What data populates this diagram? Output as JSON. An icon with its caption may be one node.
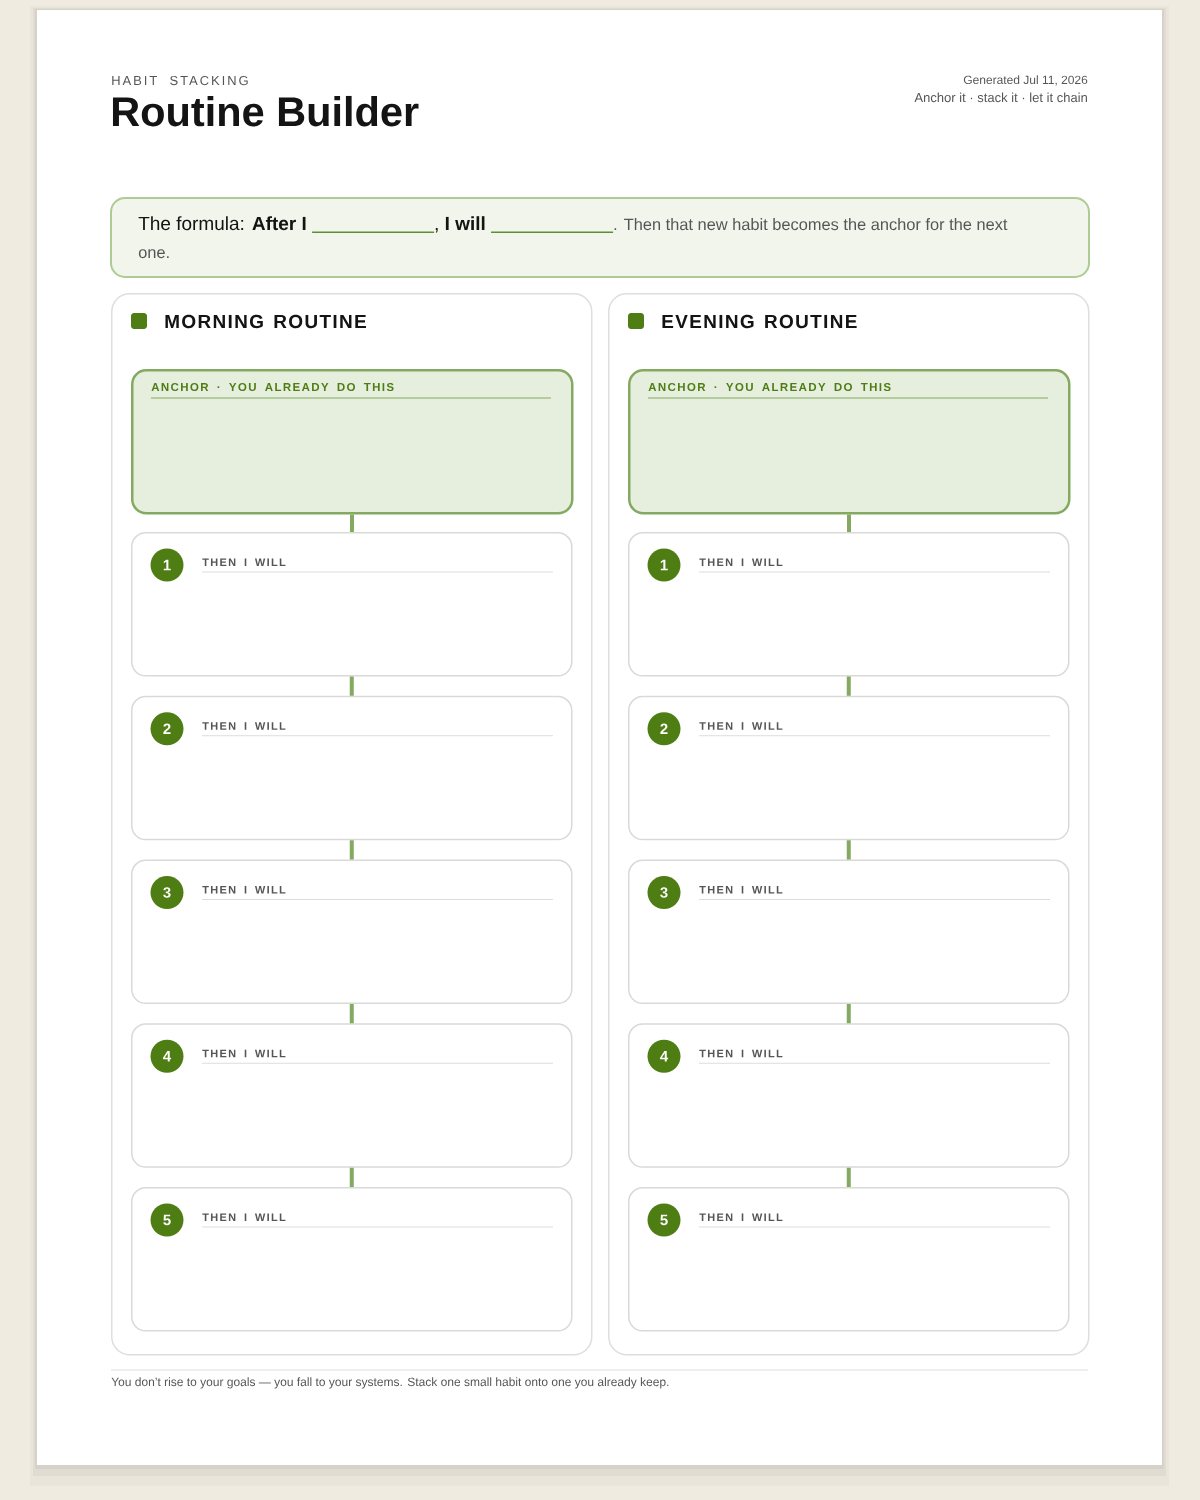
{
  "diagram": {
    "title": "Routine Builder",
    "nodes": [
      {
        "text": [
          "The formula: **After I**",
          ", **I will**",
          ". Then that new habit becomes the anchor for the next one."
        ]
      },
      {
        "text": [
          "MORNING ROUTINE"
        ]
      },
      {
        "text": [
          "ANCHOR · YOU ALREADY DO THIS"
        ],
        "in": 1
      },
      {
        "text": [
          "THEN I WILL"
        ],
        "in": 1
      },
      {
        "text": [
          "1"
        ],
        "in": 3
      },
      {
        "text": [
          "THEN I WILL"
        ],
        "in": 1
      },
      {
        "text": [
          "2"
        ],
        "in": 5
      },
      {
        "text": [
          "THEN I WILL"
        ],
        "in": 1
      },
      {
        "text": [
          "3"
        ],
        "in": 7
      },
      {
        "text": [
          "THEN I WILL"
        ],
        "in": 1
      },
      {
        "text": [
          "4"
        ],
        "in": 9
      },
      {
        "text": [
          "THEN I WILL"
        ],
        "in": 1
      },
      {
        "text": [
          "5"
        ],
        "in": 11
      },
      {
        "text": [
          "EVENING ROUTINE"
        ]
      },
      {
        "text": [
          "ANCHOR · YOU ALREADY DO THIS"
        ],
        "in": 13
      },
      {
        "text": [
          "THEN I WILL"
        ],
        "in": 13
      },
      {
        "text": [
          "1"
        ],
        "in": 15
      },
      {
        "text": [
          "THEN I WILL"
        ],
        "in": 13
      },
      {
        "text": [
          "2"
        ],
        "in": 17
      },
      {
        "text": [
          "THEN I WILL"
        ],
        "in": 13
      },
      {
        "text": [
          "3"
        ],
        "in": 19
      },
      {
        "text": [
          "THEN I WILL"
        ],
        "in": 13
      },
      {
        "text": [
          "4"
        ],
        "in": 21
      },
      {
        "text": [
          "THEN I WILL"
        ],
        "in": 13
      },
      {
        "text": [
          "5"
        ],
        "in": 23
      }
    ],
    "edges": [
      {
        "from": 2,
        "to": 3,
        "arrow": "none"
      },
      {
        "from": 3,
        "to": 5,
        "arrow": "none"
      },
      {
        "from": 5,
        "to": 7,
        "arrow": "none"
      },
      {
        "from": 7,
        "to": 9,
        "arrow": "none"
      },
      {
        "from": 9,
        "to": 11,
        "arrow": "none"
      },
      {
        "from": 14,
        "to": 15,
        "arrow": "none"
      },
      {
        "from": 15,
        "to": 17,
        "arrow": "none"
      },
      {
        "from": 17,
        "to": 19,
        "arrow": "none"
      },
      {
        "from": 19,
        "to": 21,
        "arrow": "none"
      },
      {
        "from": 21,
        "to": 23,
        "arrow": "none"
      }
    ],
    "labels": [
      "HABIT STACKING",
      "Generated Jul 11, 2026",
      "Anchor it · stack it · let it chain",
      "You don’t rise to your goals — you fall to your systems. Stack one small habit onto one you already keep."
    ]
  }
}
